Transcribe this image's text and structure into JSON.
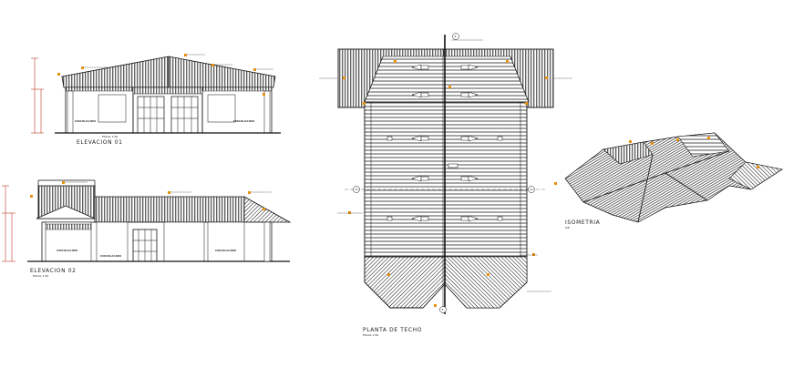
{
  "views": {
    "elevation1": {
      "title": "ELEVACION 01",
      "scale": "ESCAL 1:50",
      "room_left": "CIRCULACION",
      "room_right": "CIRCULACION"
    },
    "elevation2": {
      "title": "ELEVACION 02",
      "scale": "ESCAL 1:50",
      "room_left": "CIRCULACION",
      "room_mid": "CIRCULACION",
      "room_right": "CIRCULACION"
    },
    "roof_plan": {
      "title": "PLANTA DE TECHO",
      "scale": "ESCAL 1:50",
      "axis_left": "A",
      "axis_right": "A",
      "axis_top": "B",
      "axis_bottom": "B"
    },
    "isometric": {
      "title": "ISOMETRIA",
      "scale": "S/E"
    }
  },
  "colors": {
    "line": "#111111",
    "accent": "#e8900c",
    "dim": "#c0392b",
    "paper": "#ffffff"
  }
}
